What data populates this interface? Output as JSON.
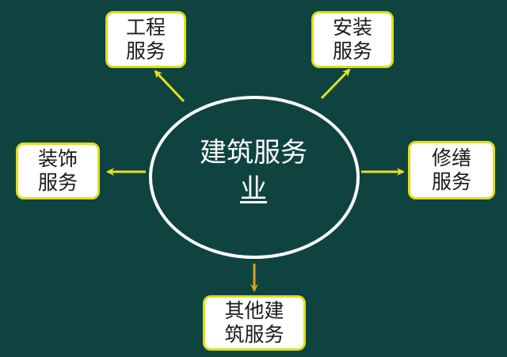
{
  "colors": {
    "background": "#0f4340",
    "ellipse_fill": "#0f4340",
    "ellipse_stroke": "#ffffff",
    "box_fill": "#ffffff",
    "box_border": "#dede1a",
    "arrow": "#e3e31c",
    "arrow_bottom": "#d9a31a"
  },
  "center": {
    "line1": "建筑服务",
    "line2": "业"
  },
  "nodes": {
    "engineering": {
      "line1": "工程",
      "line2": "服务"
    },
    "installation": {
      "line1": "安装",
      "line2": "服务"
    },
    "decoration": {
      "line1": "装饰",
      "line2": "服务"
    },
    "repair": {
      "line1": "修缮",
      "line2": "服务"
    },
    "other": {
      "line1": "其他建",
      "line2": "筑服务"
    }
  }
}
